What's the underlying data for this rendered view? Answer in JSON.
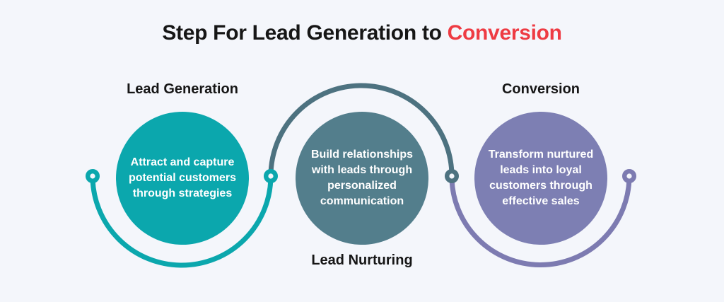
{
  "background": "#f4f6fb",
  "title": {
    "text_black": "Step For Lead Generation to ",
    "text_red": "Conversion",
    "red_color": "#ee3b43",
    "text_color": "#161616"
  },
  "steps": [
    {
      "label": "Lead Generation",
      "description": "Attract and capture\npotential customers\nthrough strategies",
      "color": "#0ba7ad",
      "arc_color": "#0ba7ad",
      "text_color": "#ffffff"
    },
    {
      "label": "Lead Nurturing",
      "description": "Build relationships\nwith leads through\npersonalized\ncommunication",
      "color": "#537e8c",
      "arc_color": "#4d7280",
      "text_color": "#ffffff"
    },
    {
      "label": "Conversion",
      "description": "Transform nurtured\nleads into loyal\ncustomers through\neffective sales",
      "color": "#7d7fb3",
      "arc_color": "#7d7bb1",
      "text_color": "#ffffff"
    }
  ],
  "connector": {
    "node_fill": "#f4f6fb"
  }
}
